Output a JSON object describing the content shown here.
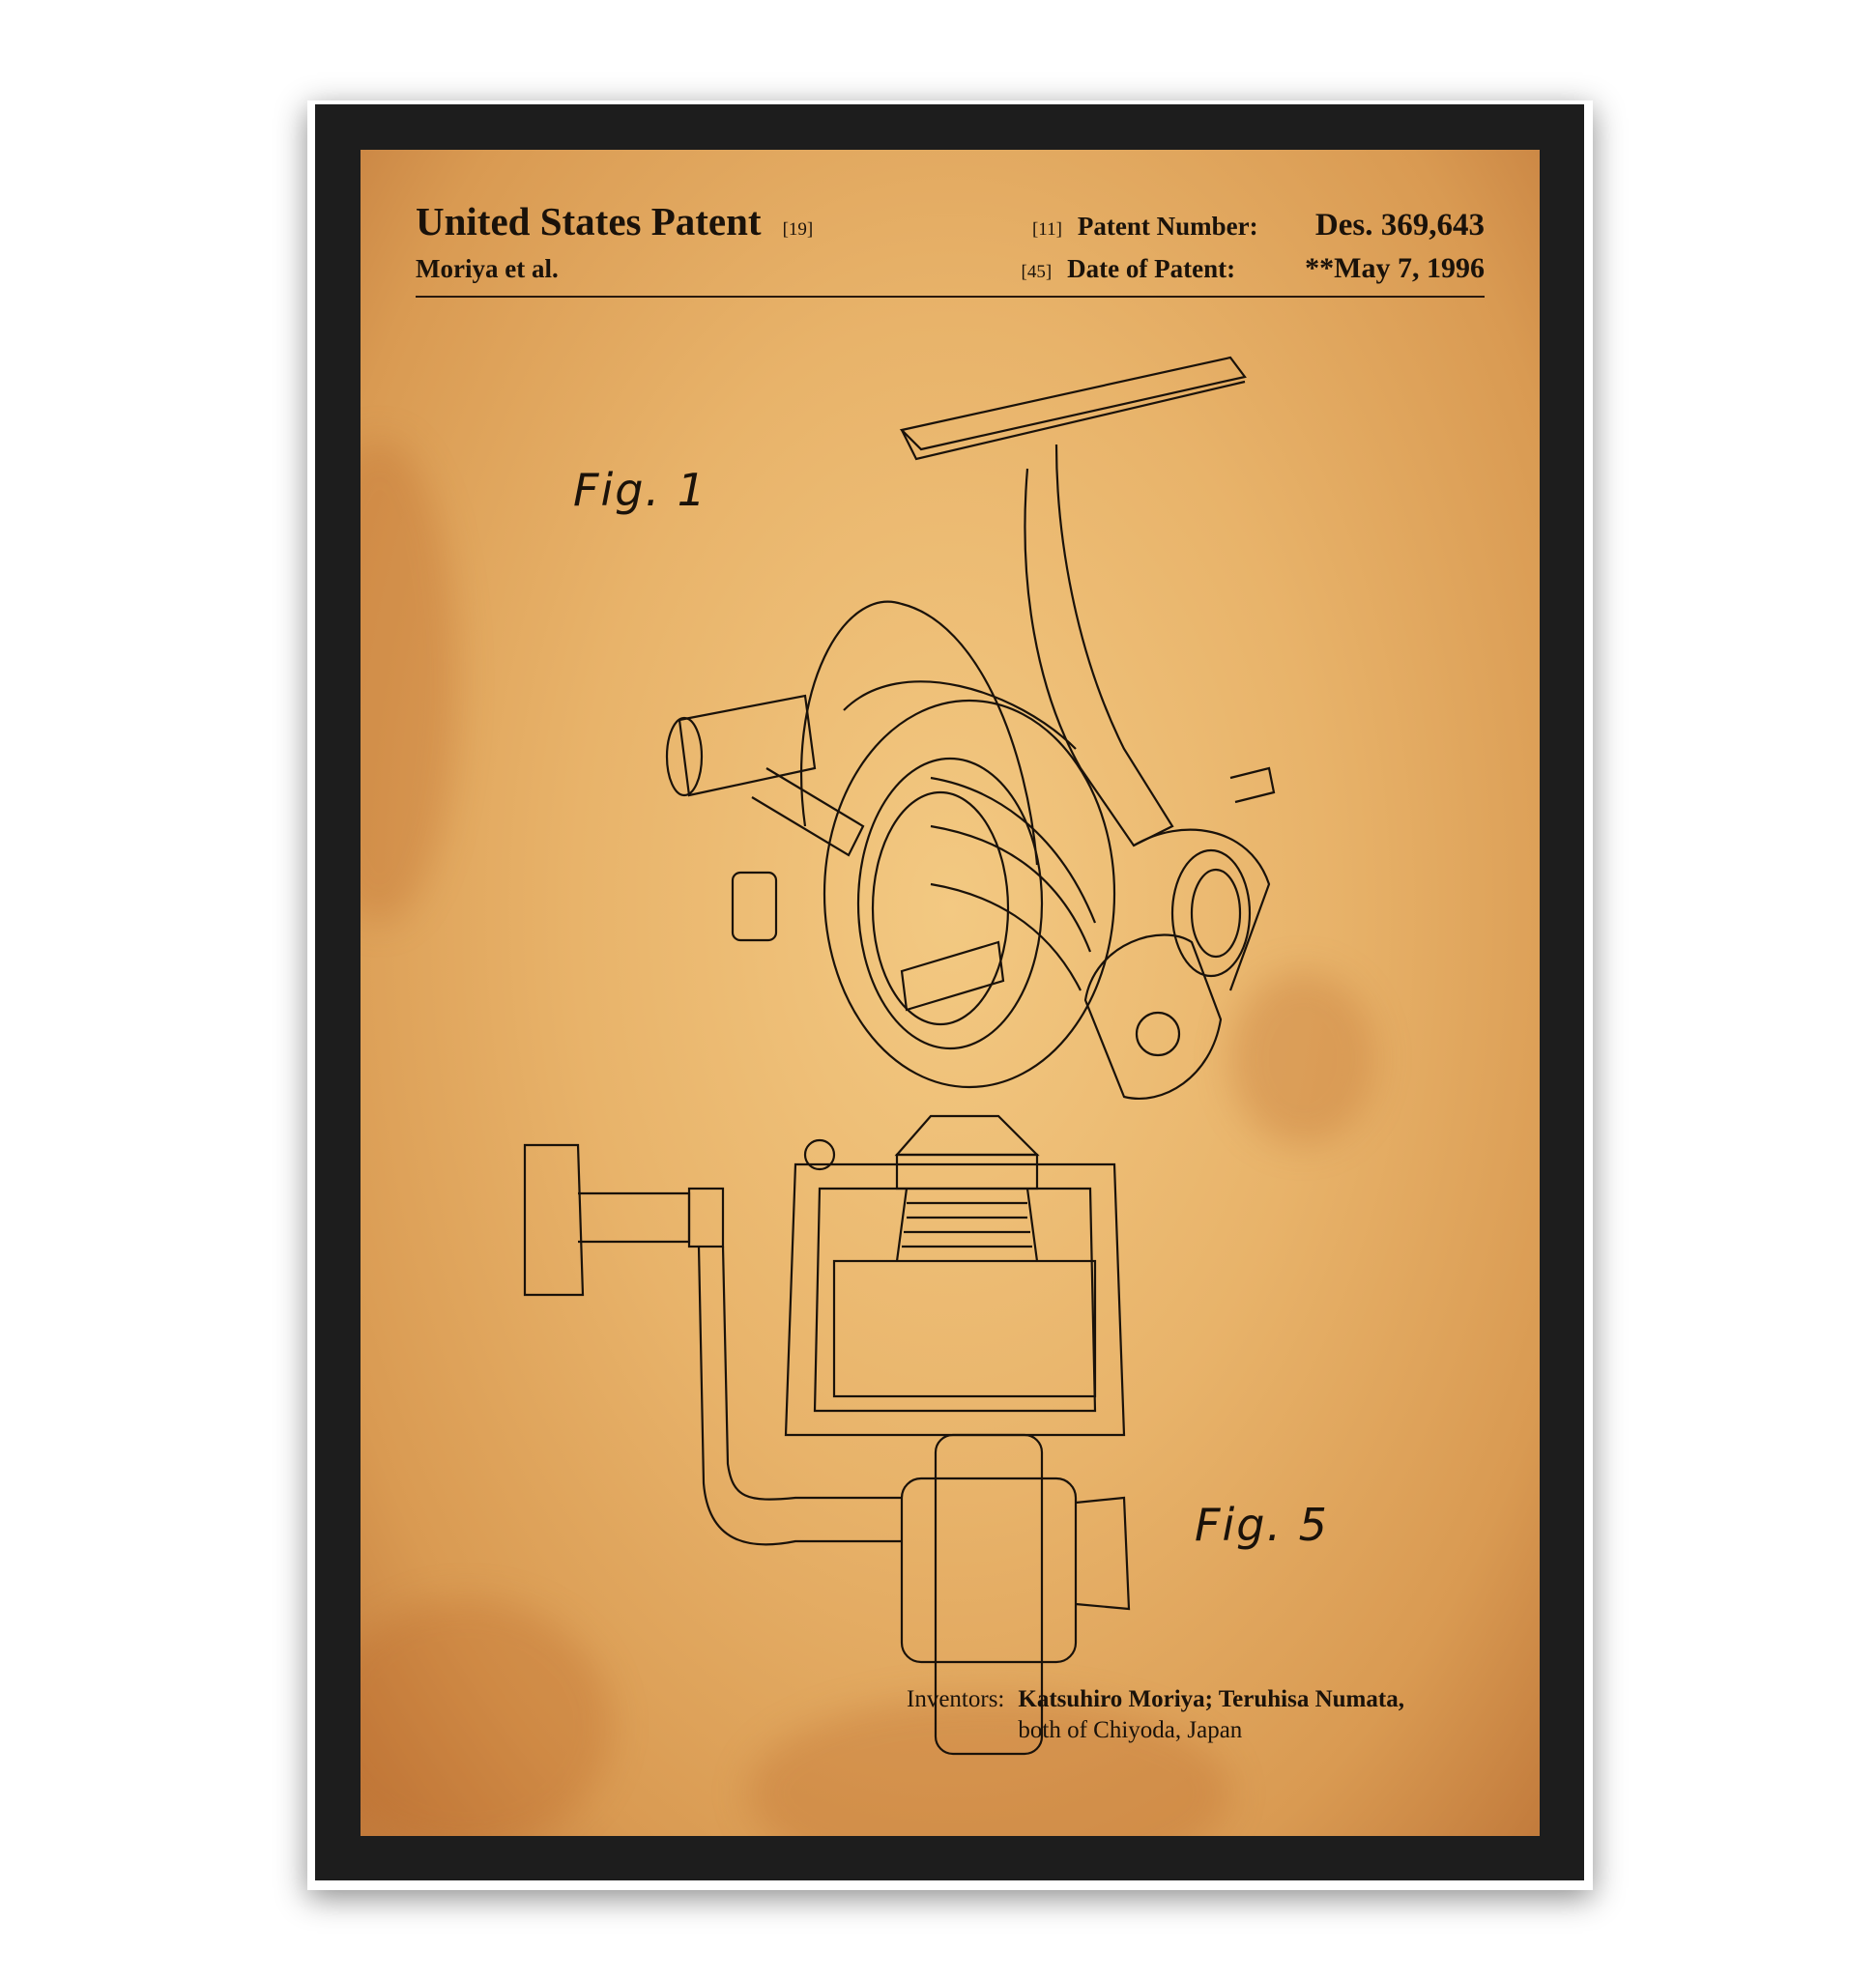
{
  "header": {
    "title": "United States Patent",
    "title_code": "[19]",
    "assignee": "Moriya et al.",
    "patent_number_code": "[11]",
    "patent_number_label": "Patent Number:",
    "patent_number": "Des. 369,643",
    "date_code": "[45]",
    "date_label": "Date of Patent:",
    "date": "**May 7, 1996"
  },
  "figures": {
    "fig1": "Fig. 1",
    "fig5": "Fig. 5"
  },
  "inventors": {
    "label": "Inventors:",
    "names": "Katsuhiro Moriya; Teruhisa Numata,",
    "location": "both of Chiyoda, Japan"
  },
  "colors": {
    "paper": "#e8b36a",
    "ink": "#1a120a",
    "frame": "#1d1d1d"
  }
}
